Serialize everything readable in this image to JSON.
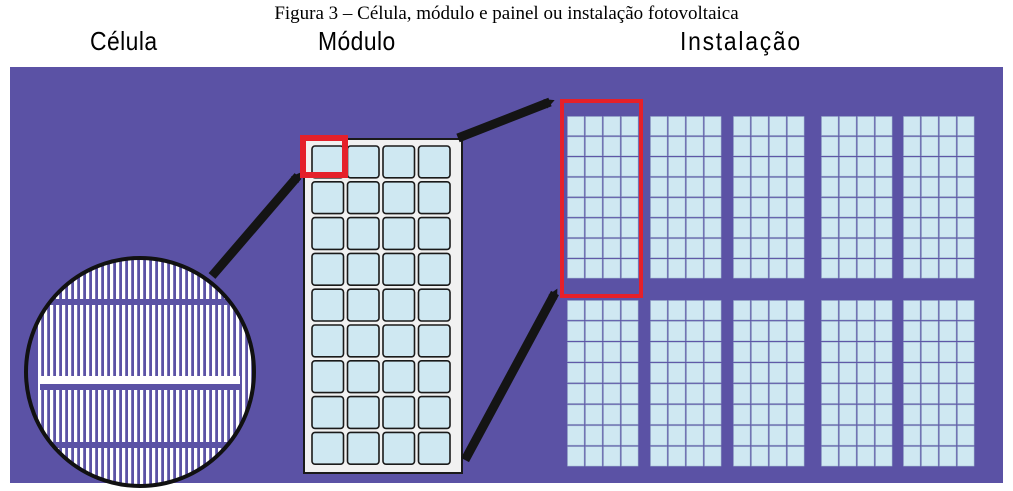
{
  "caption": "Figura 3 – Célula, módulo e painel ou instalação fotovoltaica",
  "labels": {
    "cell": "Célula",
    "module": "Módulo",
    "installation": "Instalação"
  },
  "colors": {
    "background": "#5b52a5",
    "cell_fill": "#cfe8f2",
    "highlight": "#e5202a",
    "arrow": "#141414"
  },
  "module": {
    "columns": 4,
    "rows": 9
  },
  "installation": {
    "row_count": 2,
    "panels_per_row": 5,
    "panel_columns": 4,
    "panel_rows": 8
  }
}
